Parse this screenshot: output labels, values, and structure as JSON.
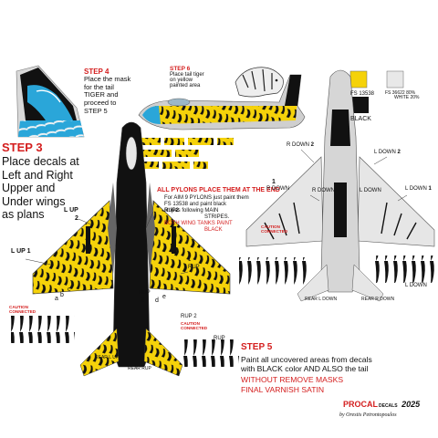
{
  "steps": {
    "step3": {
      "title": "STEP 3",
      "body": [
        "Place decals at",
        "Left and Right",
        "Upper and",
        "Under wings",
        "as plans"
      ]
    },
    "step4": {
      "title": "STEP 4",
      "body": [
        "Place the mask",
        "for the tail",
        "TIGER and",
        "proceed to",
        "STEP 5"
      ]
    },
    "step6": {
      "title": "STEP 6",
      "body": [
        "Place tail tiger",
        "on yellow",
        "painted area"
      ]
    },
    "pylons": {
      "title": "ALL PYLONS PLACE THEM AT THE END",
      "body": [
        "For AIM 9 PYLONS just paint them",
        "FS 13538 and paint black",
        "stripes following MAIN",
        "STRIPES."
      ],
      "red_note": [
        "BOTH WING TANKS PAINT",
        "BLACK"
      ]
    },
    "step5": {
      "title": "STEP 5",
      "body": [
        "Paint all uncovered areas from decals",
        "with BLACK color AND ALSO the tail"
      ],
      "warning1": "WITHOUT REMOVE MASKS",
      "warning2": "FINAL VARNISH SATIN"
    }
  },
  "swatches": {
    "yellow": {
      "code": "FS 13538",
      "color": "#f5d20a"
    },
    "white": {
      "label": [
        "FS 36622 80%",
        "WHITE 20%"
      ],
      "color": "#e8e8e8"
    },
    "black": {
      "label": "BLACK",
      "color": "#111111"
    }
  },
  "top_view": {
    "l_up_2": "L UP",
    "l_up_2_num": "2",
    "l_up_1": "L UP",
    "l_up_1_num": "1",
    "rup_2": "RUP",
    "rup_2_num": "2",
    "rup_1": "RUP",
    "rup_1_num": "1",
    "caution": [
      "CAUTION",
      "CONNECTED"
    ],
    "letters_left": [
      "a",
      "b",
      "c"
    ],
    "letters_right": [
      "RUP",
      "2",
      "d",
      "e"
    ],
    "rear_l_up": "REAR L UP",
    "rear_rup": "REAR RUP",
    "rup2_bottom": "RUP 2",
    "caution_right": [
      "CAUTION",
      "CONNECTED"
    ],
    "rup_far": "RUP"
  },
  "under_view": {
    "r_down_2": "R DOWN",
    "r_down_2_num": "2",
    "l_down_2": "L DOWN",
    "l_down_2_num": "2",
    "r_down_1": "R DOWN",
    "r_down_1_num": "1",
    "l_down_1": "L DOWN",
    "l_down_1_num": "1",
    "r_down_mid": "R DOWN",
    "l_down_mid": "L DOWN",
    "caution": [
      "CAUTION",
      "CONNECTED"
    ],
    "rear_l_down": "REAR L DOWN",
    "rear_r_down": "REAR R DOWN",
    "l_down_far": "L DOWN"
  },
  "brand": {
    "procal": "PROCAL",
    "decals": "DECALS",
    "year": "2025",
    "author": "by Orestis Petrontopoulos"
  },
  "palette": {
    "accent_red": "#d41e1e",
    "tiger_yellow": "#f5d20a",
    "tail_blue": "#2aa6d9",
    "airframe_grey": "#cfcfcf"
  }
}
